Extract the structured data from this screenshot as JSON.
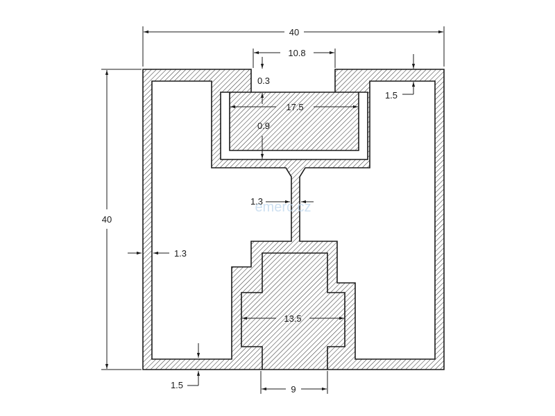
{
  "dimensions": {
    "width_top": "40",
    "height_left": "40",
    "slot_opening": "10.8",
    "lip_offset": "0.3",
    "right_wall_top": "1.5",
    "inner_width": "17.5",
    "inner_offset": "0.9",
    "web_thickness": "1.3",
    "left_wall": "1.3",
    "lower_inner_width": "13.5",
    "bottom_wall": "1.5",
    "bottom_opening": "9"
  },
  "watermark": "emerc.cz"
}
